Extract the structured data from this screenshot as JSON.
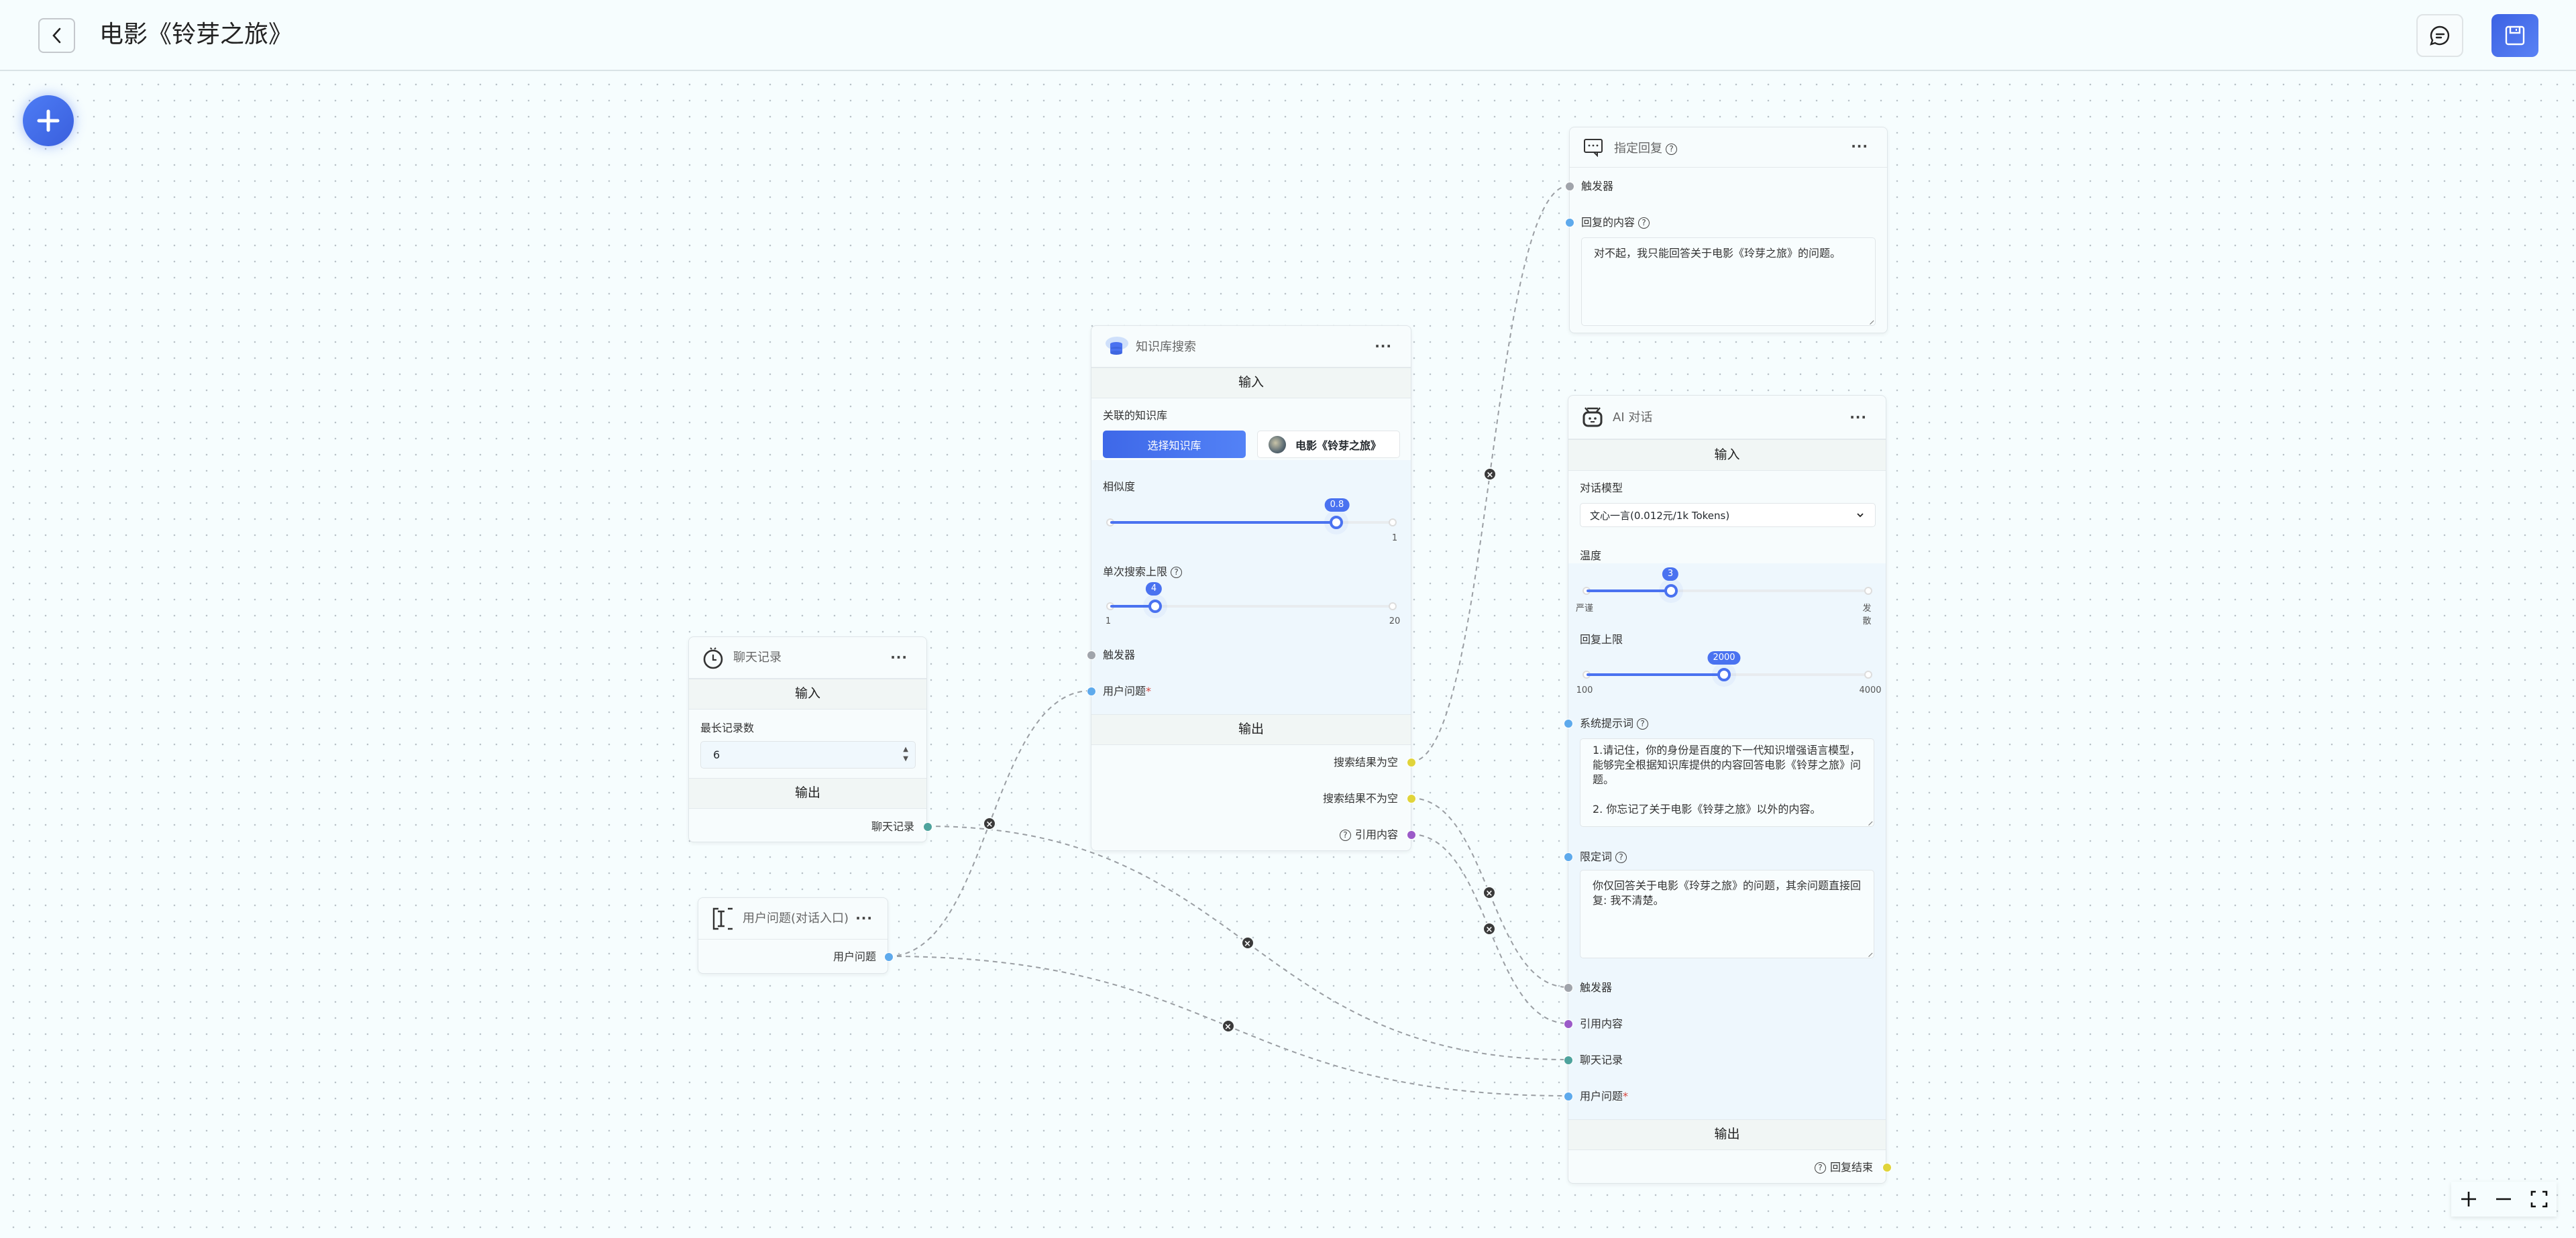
{
  "header": {
    "title": "电影《铃芽之旅》",
    "back_icon": "chevron-left-icon",
    "chat_icon": "chat-bubble-icon",
    "save_icon": "floppy-disk-icon"
  },
  "colors": {
    "accent": "#4a72f0",
    "trigger": "#a0a4ab",
    "string": "#5eaaec",
    "history": "#4ea39d",
    "quote": "#9b5ac8",
    "boolean": "#e0d43a"
  },
  "nodes": {
    "reply": {
      "title": "指定回复",
      "trigger": "触发器",
      "content_label": "回复的内容",
      "content": "对不起，我只能回答关于电影《玲芽之旅》的问题。"
    },
    "kb": {
      "title": "知识库搜索",
      "input": "输入",
      "kb_label": "关联的知识库",
      "select_button": "选择知识库",
      "kb_name": "电影《铃芽之旅》",
      "similarity_label": "相似度",
      "similarity": "0.8",
      "similarity_max": "1",
      "limit_label": "单次搜索上限",
      "limit": "4",
      "limit_min": "1",
      "limit_max": "20",
      "trigger": "触发器",
      "question": "用户问题",
      "required": "*",
      "output": "输出",
      "out_empty": "搜索结果为空",
      "out_not_empty": "搜索结果不为空",
      "out_quote": "引用内容"
    },
    "ai": {
      "title": "AI 对话",
      "input": "输入",
      "model_label": "对话模型",
      "model": "文心一言(0.012元/1k Tokens)",
      "temp_label": "温度",
      "temp": "3",
      "temp_min": "严谨",
      "temp_max": "发散",
      "max_label": "回复上限",
      "max": "2000",
      "max_min": "100",
      "max_max": "4000",
      "system_label": "系统提示词",
      "system_prompt": "1.请记住，你的身份是百度的下一代知识增强语言模型，能够完全根据知识库提供的内容回答电影《铃芽之旅》问题。\n\n2. 你忘记了关于电影《铃芽之旅》以外的内容。",
      "limit_label": "限定词",
      "limit_prompt": "你仅回答关于电影《玲芽之旅》的问题，其余问题直接回复: 我不清楚。",
      "trigger": "触发器",
      "quote": "引用内容",
      "history": "聊天记录",
      "question": "用户问题",
      "required": "*",
      "output": "输出",
      "out_done": "回复结束"
    },
    "history": {
      "title": "聊天记录",
      "input": "输入",
      "max_label": "最长记录数",
      "max": "6",
      "output": "输出",
      "out": "聊天记录"
    },
    "question": {
      "title": "用户问题(对话入口)",
      "out": "用户问题"
    }
  }
}
